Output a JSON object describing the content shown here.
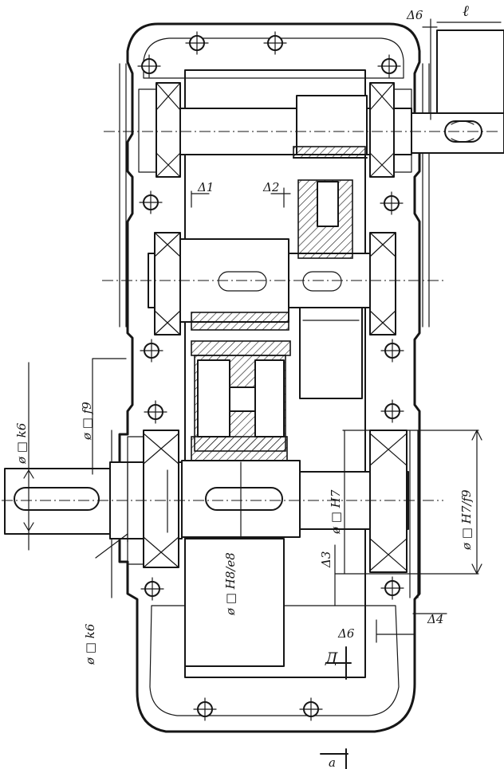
{
  "labels": {
    "delta_6_top": "Δ6",
    "ell": "ℓ",
    "delta_1": "Δ1",
    "delta_2": "Δ2",
    "phi_k6_left": "ø □ k6",
    "phi_f9_left": "ø □ f9",
    "phi_h7_center": "ø □ H7",
    "phi_h7_f9_right": "ø □ H7/f9",
    "delta_3": "Δ3",
    "phi_h8_e8": "ø □ H8/e8",
    "phi_k6_bottom": "ø □ k6",
    "delta_4": "Δ4",
    "delta_6_bottom": "Δ6",
    "section_a": "Д",
    "section_a_bottom": "a"
  },
  "colors": {
    "ink": "#161616",
    "paper": "#ffffff"
  }
}
